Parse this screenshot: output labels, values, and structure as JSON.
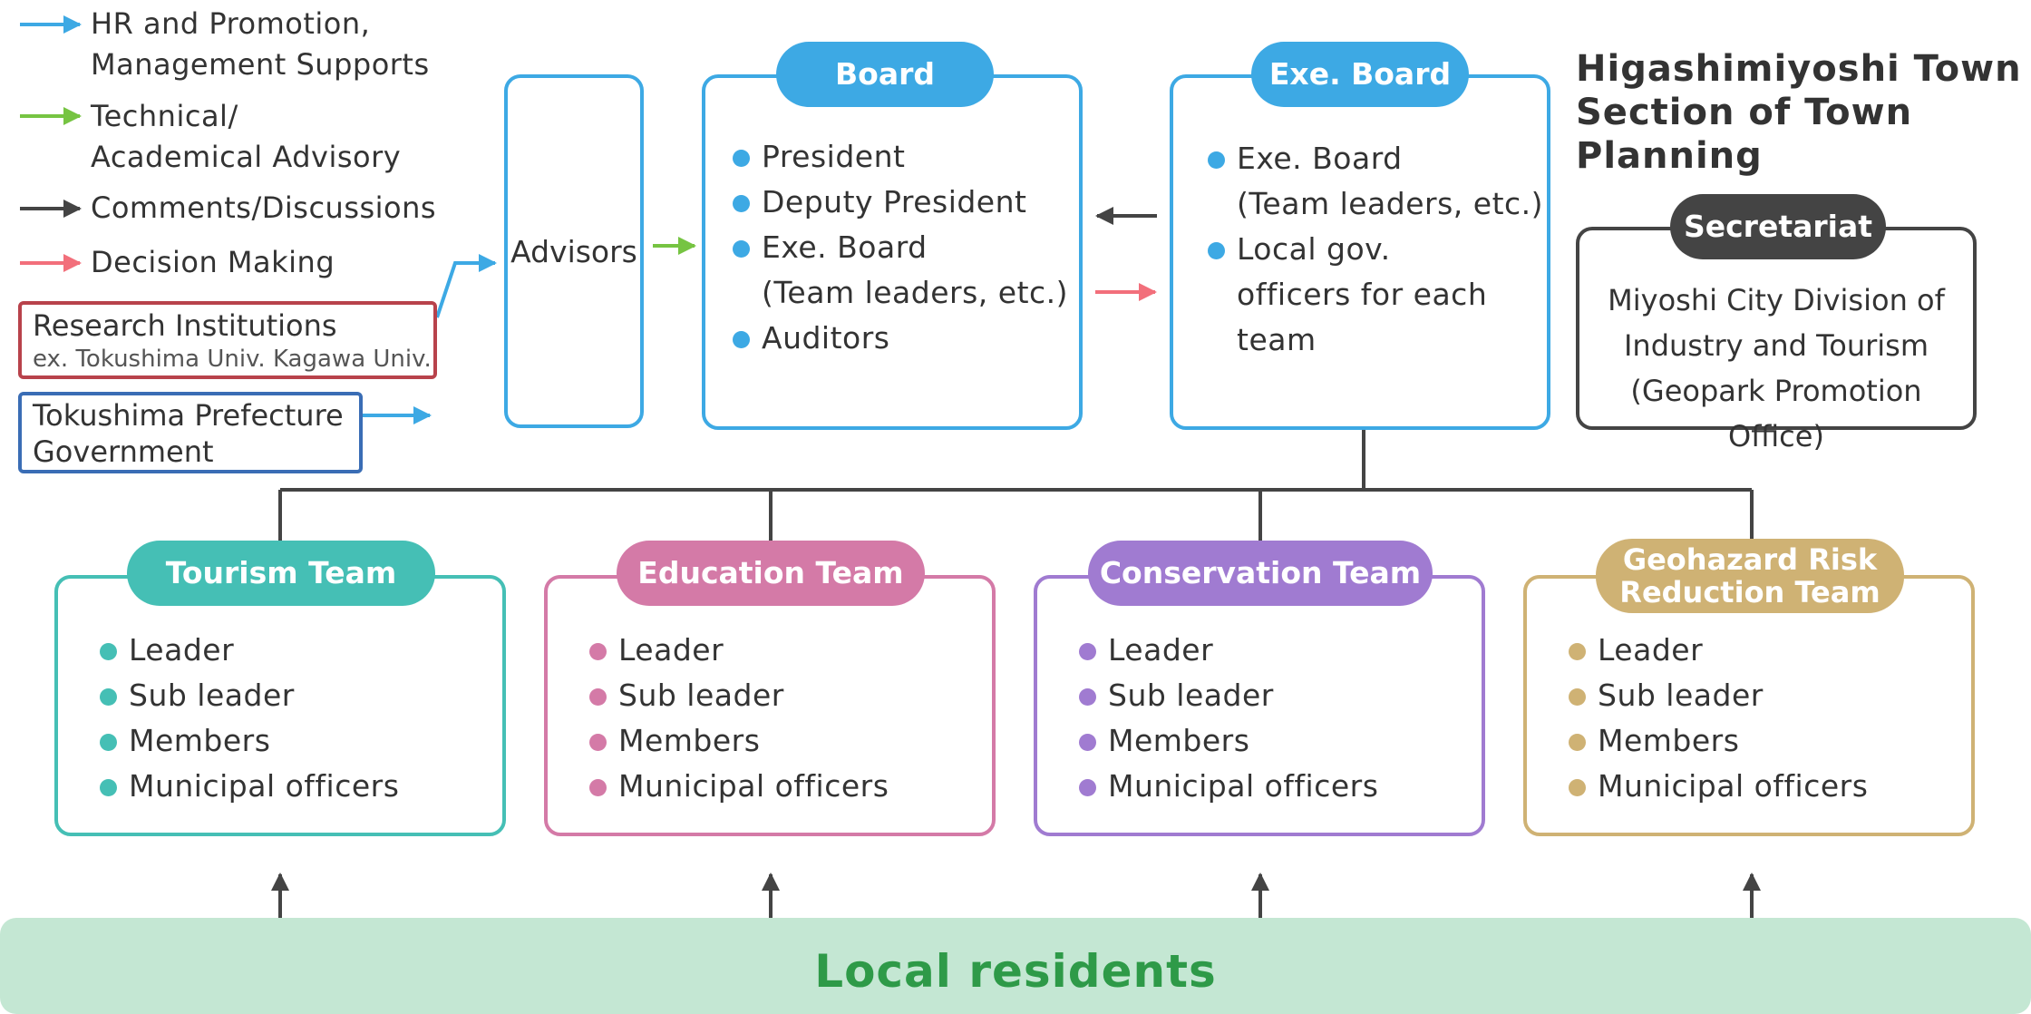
{
  "colors": {
    "blue": "#3da9e4",
    "green": "#76c442",
    "dark": "#444444",
    "red": "#f26f7b",
    "tourism": "#45bfb5",
    "education": "#d47aa7",
    "conservation": "#a07bd1",
    "geohazard": "#cfb274",
    "research_border": "#b8424b",
    "pref_border": "#3a6db5",
    "residents_bg": "#c4e7d3",
    "residents_text": "#2e9a48"
  },
  "legend": {
    "hr": "HR and Promotion,\nManagement Supports",
    "technical": "Technical/\nAcademical Advisory",
    "comments": "Comments/Discussions",
    "decision": "Decision Making"
  },
  "research": {
    "title": "Research Institutions",
    "sub": "ex. Tokushima Univ. Kagawa Univ."
  },
  "prefecture": {
    "title": "Tokushima Prefecture\nGovernment"
  },
  "advisors": {
    "label": "Advisors"
  },
  "board": {
    "title": "Board",
    "items": [
      "President",
      "Deputy President",
      "Exe. Board\n(Team leaders, etc.)",
      "Auditors"
    ]
  },
  "exe_board": {
    "title": "Exe. Board",
    "items": [
      "Exe. Board\n(Team leaders, etc.)",
      "Local gov.\nofficers for each\nteam"
    ]
  },
  "town": {
    "title": "Higashimiyoshi Town\nSection of Town\nPlanning"
  },
  "secretariat": {
    "title": "Secretariat",
    "body": "Miyoshi City Division of\nIndustry and Tourism\n(Geopark Promotion Office)"
  },
  "teams": [
    {
      "title": "Tourism Team",
      "items": [
        "Leader",
        "Sub leader",
        "Members",
        "Municipal officers"
      ]
    },
    {
      "title": "Education Team",
      "items": [
        "Leader",
        "Sub leader",
        "Members",
        "Municipal officers"
      ]
    },
    {
      "title": "Conservation Team",
      "items": [
        "Leader",
        "Sub leader",
        "Members",
        "Municipal officers"
      ]
    },
    {
      "title": "Geohazard Risk\nReduction Team",
      "items": [
        "Leader",
        "Sub leader",
        "Members",
        "Municipal officers"
      ]
    }
  ],
  "residents": {
    "label": "Local residents"
  }
}
